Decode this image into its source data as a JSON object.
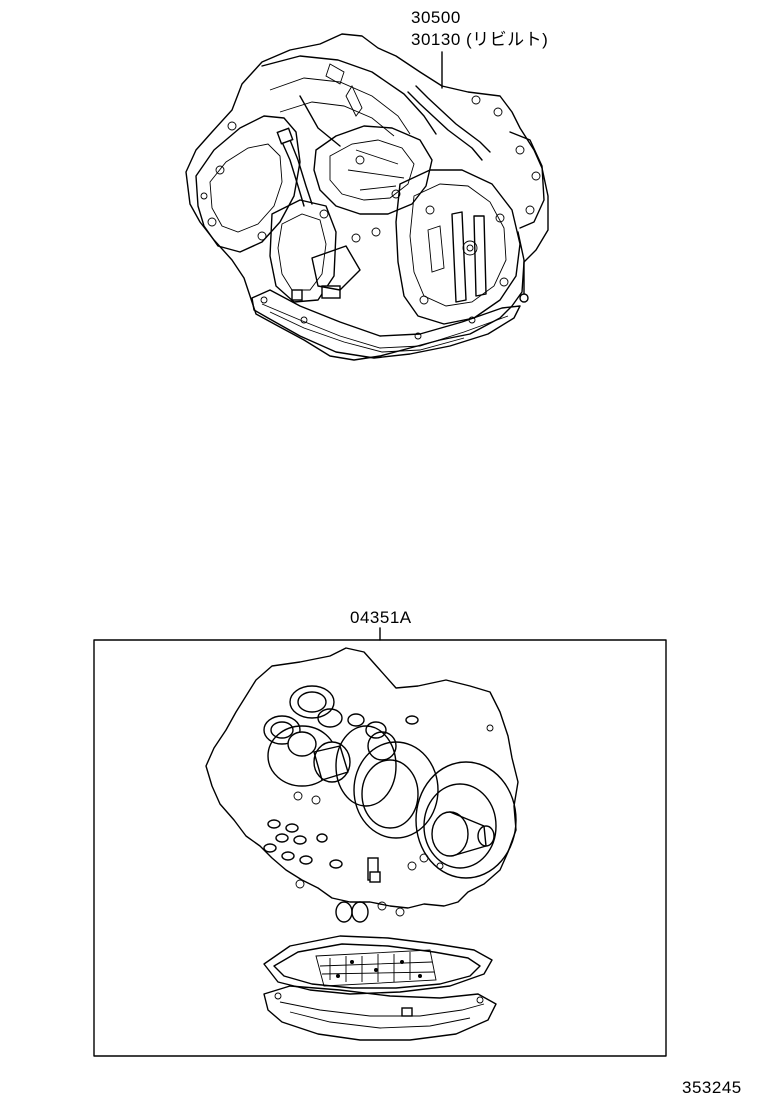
{
  "callouts": {
    "part_assembly": "30500",
    "part_rebuilt": "30130 (リビルト)",
    "overhaul_kit": "04351A"
  },
  "figure_number": "353245"
}
